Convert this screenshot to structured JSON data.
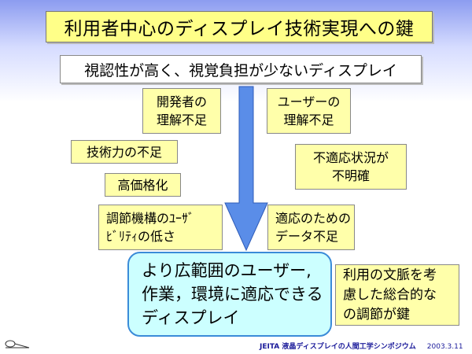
{
  "title": "利用者中心のディスプレイ技術実現への鍵",
  "subtitle": "視認性が高く、視覚負担が少ないディスプレイ",
  "factors": {
    "developer": [
      "開発者の",
      "理解不足"
    ],
    "user": [
      "ユーザーの",
      "理解不足"
    ],
    "technology": [
      "技術力の不足"
    ],
    "unclear_situation": [
      "不適応状況が",
      "不明確"
    ],
    "price": [
      "高価格化"
    ],
    "adjustment": [
      "調節機構のﾕｰｻﾞ",
      "ﾋﾞﾘﾃｨの低さ"
    ],
    "data": [
      "適応のための",
      "データ不足"
    ]
  },
  "goal": [
    "より広範囲のユーザー,",
    "作業，環境に適応できる",
    "ディスプレイ"
  ],
  "key_note": [
    "利用の文脈を考",
    "慮した総合的な",
    "の調節が鍵"
  ],
  "footer": {
    "event": "JEITA 液晶ディスプレイの人間工学シンポジウム",
    "date": "2003.3.11"
  },
  "colors": {
    "box_fill": "#ffffaa",
    "title_fill": "#ffff88",
    "goal_fill": "#ccffff",
    "goal_border": "#3a8bd8",
    "arrow": "#5a8de8",
    "footer_text": "#1a1a9a"
  }
}
